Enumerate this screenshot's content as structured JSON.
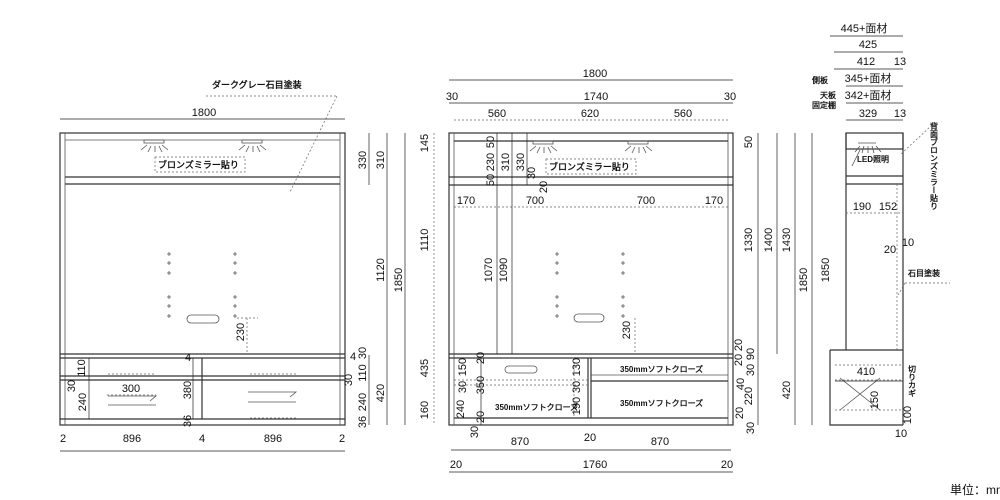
{
  "notes": {
    "paint": "ダークグレー石目塗装",
    "mirror_front": "ブロンズミラー貼り",
    "mirror_inner": "ブロンズミラー貼り",
    "led": "LED照明",
    "stone": "石目塗装",
    "back_mirror": "背面ブロンズミラー貼り",
    "notch": "切りカギ",
    "side_panel": "側板",
    "top_panel": "天板",
    "fixed_shelf": "固定棚",
    "soft_close_1": "350mmソフトクローズ",
    "soft_close_2": "350mmソフトクローズ",
    "soft_close_3": "350mmソフトクローズ",
    "unit": "単位：mm"
  },
  "front_view": {
    "dims": [
      "1800",
      "330",
      "310",
      "1120",
      "1850",
      "30",
      "4",
      "110",
      "30",
      "240",
      "420",
      "36",
      "110",
      "30",
      "240",
      "300",
      "380",
      "4",
      "36",
      "230",
      "2",
      "896",
      "4",
      "896",
      "2"
    ]
  },
  "inner_view": {
    "dims": [
      "1800",
      "30",
      "1740",
      "30",
      "560",
      "620",
      "560",
      "170",
      "700",
      "700",
      "170",
      "145",
      "1110",
      "435",
      "160",
      "50",
      "230",
      "50",
      "310",
      "330",
      "30",
      "20",
      "1070",
      "1090",
      "230",
      "20",
      "150",
      "30",
      "350",
      "240",
      "20",
      "30",
      "130",
      "30",
      "190",
      "50",
      "1330",
      "1400",
      "1430",
      "1850",
      "420",
      "20",
      "20",
      "90",
      "30",
      "40",
      "220",
      "20",
      "30",
      "870",
      "20",
      "870",
      "20",
      "1760",
      "20"
    ]
  },
  "side_view": {
    "dims": [
      "445+面材",
      "425",
      "412",
      "13",
      "345+面材",
      "342+面材",
      "329",
      "13",
      "190",
      "152",
      "20",
      "10",
      "410",
      "150",
      "100",
      "10",
      "1850"
    ]
  }
}
